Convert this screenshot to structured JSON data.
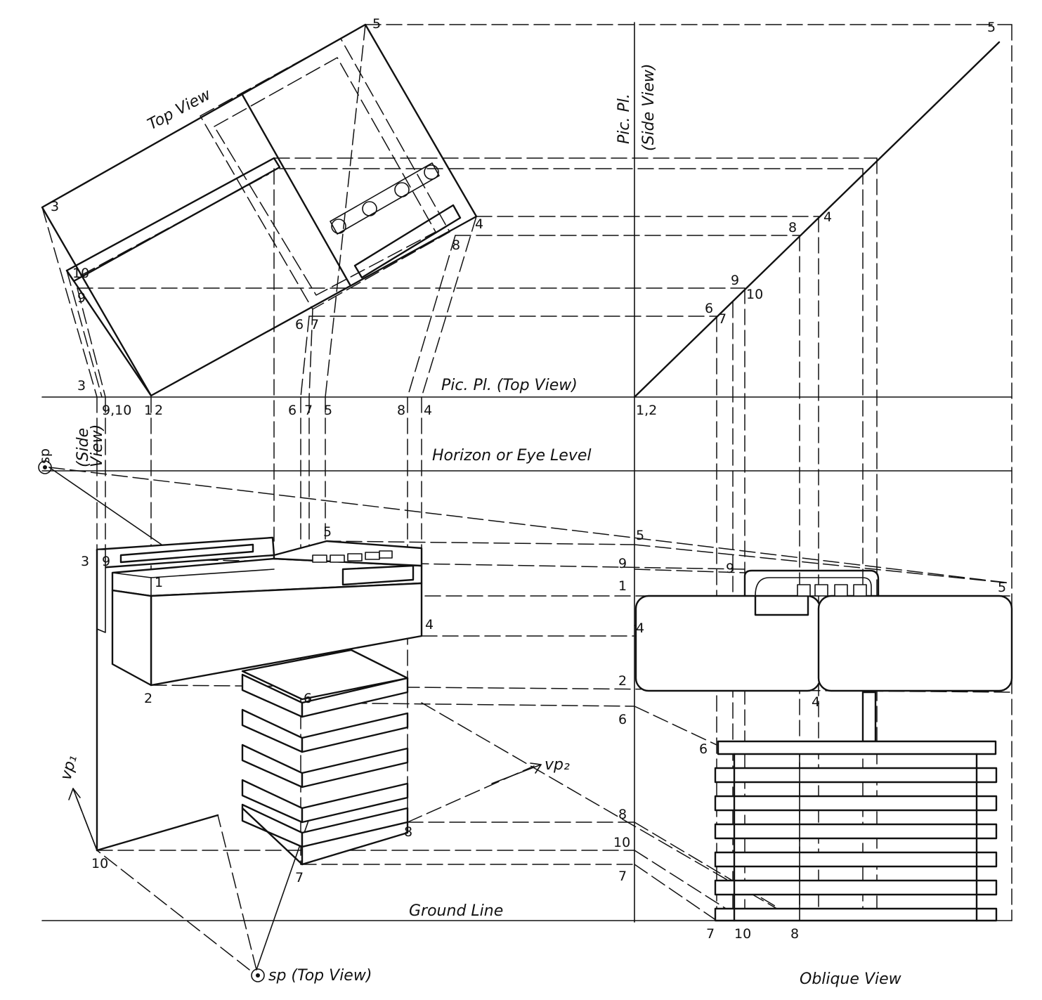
{
  "labels": {
    "top_view": "Top View",
    "pic_pl_side_view_1": "Pic. Pl.",
    "pic_pl_side_view_2": "(Side View)",
    "pic_pl_top_view": "Pic. Pl. (Top View)",
    "horizon": "Horizon or Eye Level",
    "sp_side_1": "sp",
    "sp_side_2": "(Side",
    "sp_side_3": "View)",
    "sp_top_view": "sp (Top View)",
    "vp1": "vp₁",
    "vp2": "vp₂",
    "ground_line": "Ground Line",
    "oblique_view": "Oblique View"
  },
  "points": {
    "p5_top": "5",
    "p5_right": "5",
    "p3_top": "3",
    "p4_top": "4",
    "p8_top": "8",
    "p10_top": "10",
    "p9_top": "9",
    "p6_top": "6",
    "p7_top": "7",
    "p8_upper": "8",
    "p4_upper": "4",
    "p9_upper": "9",
    "p10_upper": "10",
    "p6_upper": "6",
    "p7_upper": "7",
    "pp3": "3",
    "pp910": "9,10",
    "pp1": "1",
    "pp2": "2",
    "pp6": "6",
    "pp7": "7",
    "pp5": "5",
    "pp8": "8",
    "pp4": "4",
    "pp12": "1,2",
    "l5": "5",
    "l3": "3",
    "l9": "9",
    "l1": "1",
    "l4": "4",
    "l2": "2",
    "l6": "6",
    "l8": "8",
    "l10": "10",
    "l7": "7",
    "m5": "5",
    "m9": "9",
    "m1": "1",
    "m4": "4",
    "m2": "2",
    "m6": "6",
    "m8": "8",
    "m10": "10",
    "m7": "7",
    "r9": "9",
    "r5": "5",
    "r4": "4",
    "r6": "6",
    "g7": "7",
    "g10": "10",
    "g8": "8"
  }
}
